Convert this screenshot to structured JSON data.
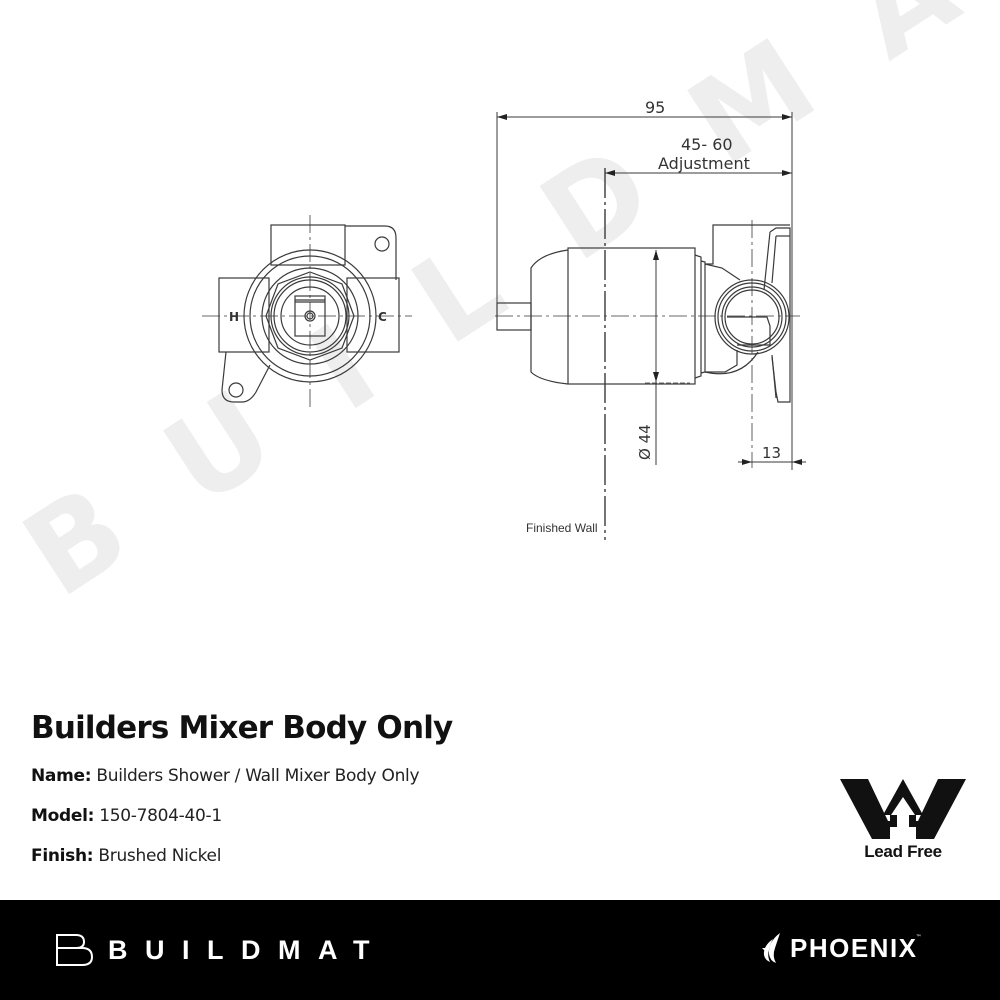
{
  "drawing": {
    "dimensions": {
      "overall": "95",
      "adjustment_range": "45- 60",
      "adjustment_label": "Adjustment",
      "diameter": "Ø 44",
      "diameter_symbol": "Ø",
      "diameter_value": "44",
      "protrusion": "13"
    },
    "labels": {
      "hot": "H",
      "cold": "C",
      "finished_wall": "Finished Wall"
    },
    "watermark": "BUILDMAT",
    "line_color": "#3a3a3a",
    "watermark_color": "#efefef"
  },
  "product": {
    "title": "Builders Mixer Body Only",
    "specs": [
      {
        "key": "Name:",
        "value": "Builders Shower / Wall Mixer Body Only"
      },
      {
        "key": "Model:",
        "value": "150-7804-40-1"
      },
      {
        "key": "Finish:",
        "value": "Brushed Nickel"
      }
    ]
  },
  "badge": {
    "icon": "watermark-w-icon",
    "label": "Lead Free"
  },
  "footer": {
    "background": "#000000",
    "left_brand": "BUILDMAT",
    "right_brand": "PHOENIX",
    "right_brand_tm": "™"
  }
}
